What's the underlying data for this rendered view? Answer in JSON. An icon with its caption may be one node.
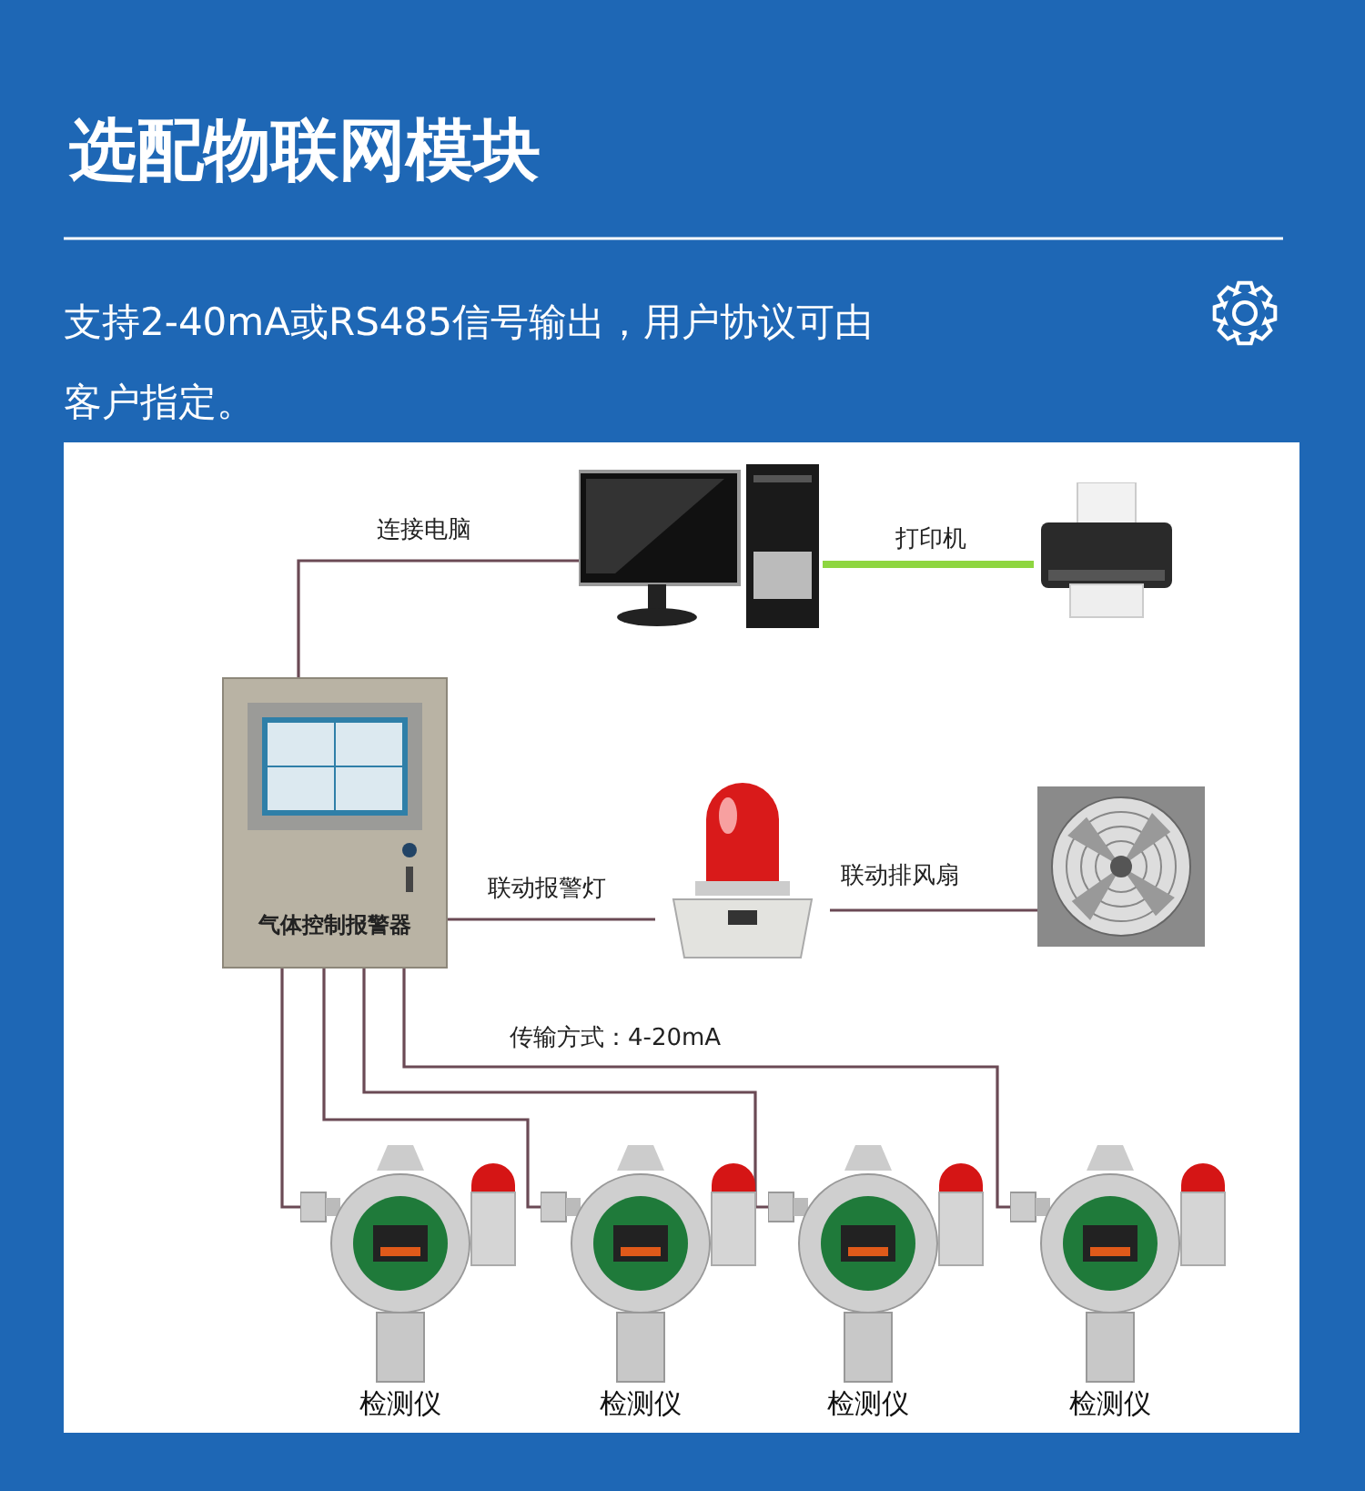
{
  "diagram": {
    "title": "选配物联网模块",
    "nodes": [
      {
        "text": [
          "气体控制报警器"
        ]
      },
      {
        "text": [],
        "shape": "picture"
      },
      {
        "text": [],
        "shape": "picture"
      },
      {
        "text": [],
        "shape": "picture"
      },
      {
        "text": [],
        "shape": "picture"
      },
      {
        "text": [
          "检测仪"
        ]
      },
      {
        "text": [
          "检测仪"
        ]
      },
      {
        "text": [
          "检测仪"
        ]
      },
      {
        "text": [
          "检测仪"
        ]
      }
    ],
    "edges": [
      {
        "from": 0,
        "to": 1,
        "arrow": "none",
        "label": "连接电脑"
      },
      {
        "from": 1,
        "to": 2,
        "arrow": "none",
        "label": "打印机",
        "color": "#8ed640",
        "style": "thick"
      },
      {
        "from": 0,
        "to": 3,
        "arrow": "none",
        "label": "联动报警灯"
      },
      {
        "from": 3,
        "to": 4,
        "arrow": "none",
        "label": "联动排风扇"
      },
      {
        "from": 0,
        "to": 5,
        "arrow": "none"
      },
      {
        "from": 0,
        "to": 6,
        "arrow": "none"
      },
      {
        "from": 0,
        "to": 7,
        "arrow": "none"
      },
      {
        "from": 0,
        "to": 8,
        "arrow": "none"
      }
    ],
    "labels": [
      "支持2-40mA或RS485信号输出，用户协议可由客户指定。",
      "传输方式：4-20mA"
    ]
  }
}
